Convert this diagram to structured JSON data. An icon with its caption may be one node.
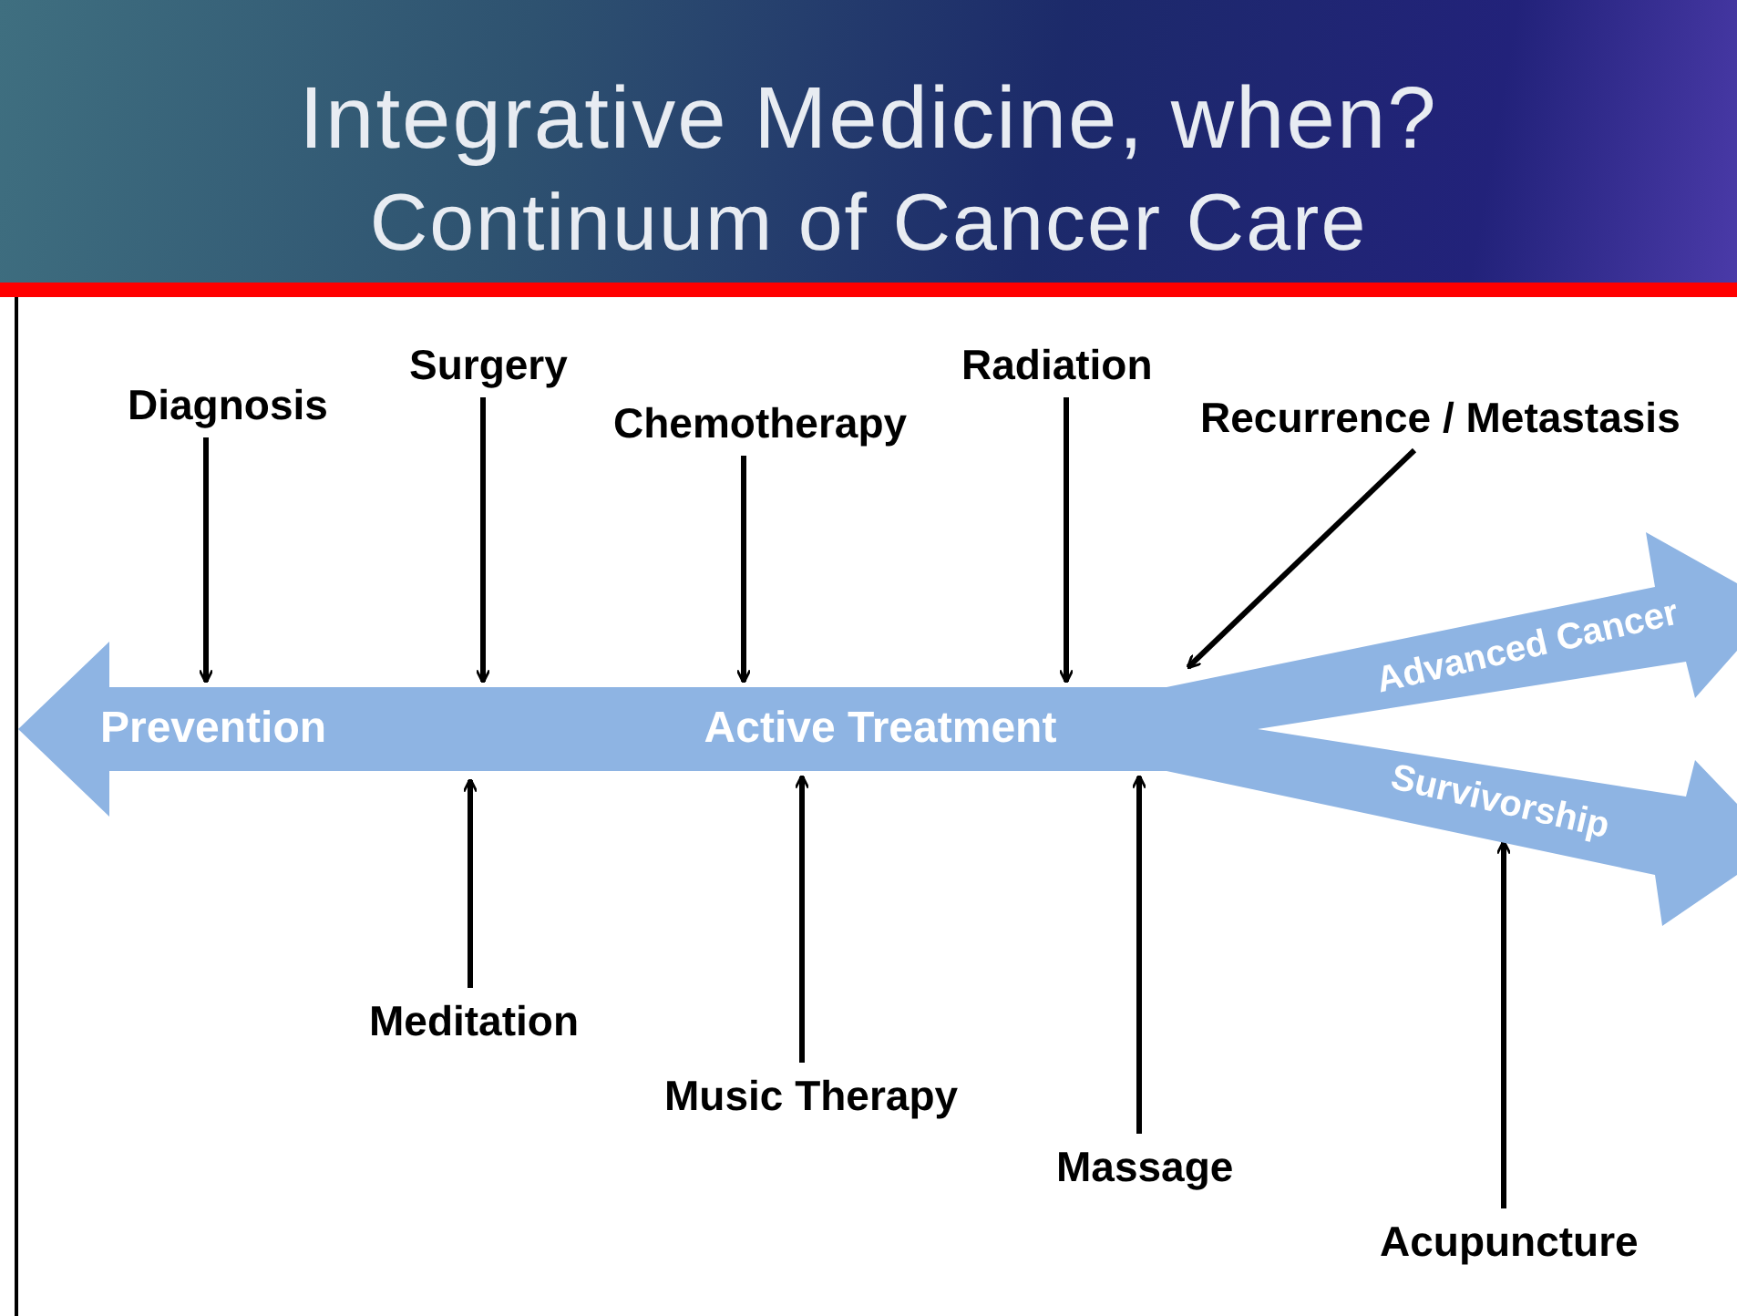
{
  "diagram": {
    "title": "Integrative Medicine, when?",
    "nodes": [
      {
        "text": [
          "Prevention",
          "Active Treatment",
          "Advanced Cancer",
          "Survivorship"
        ]
      },
      {
        "text": [
          "Diagnosis"
        ]
      },
      {
        "text": [
          "Surgery"
        ]
      },
      {
        "text": [
          "Chemotherapy"
        ]
      },
      {
        "text": [
          "Radiation"
        ]
      },
      {
        "text": [
          "Recurrence / Metastasis"
        ]
      },
      {
        "text": [
          "Meditation"
        ]
      },
      {
        "text": [
          "Music Therapy"
        ]
      },
      {
        "text": [
          "Massage"
        ]
      },
      {
        "text": [
          "Acupuncture"
        ]
      }
    ],
    "edges": [
      {
        "from": 1,
        "to": 0,
        "arrow": "to"
      },
      {
        "from": 2,
        "to": 0,
        "arrow": "to"
      },
      {
        "from": 3,
        "to": 0,
        "arrow": "to"
      },
      {
        "from": 4,
        "to": 0,
        "arrow": "to"
      },
      {
        "from": 5,
        "to": 0,
        "arrow": "to"
      },
      {
        "from": 6,
        "to": 0,
        "arrow": "to"
      },
      {
        "from": 7,
        "to": 0,
        "arrow": "to"
      },
      {
        "from": 8,
        "to": 0,
        "arrow": "to"
      },
      {
        "from": 9,
        "to": 0,
        "arrow": "to"
      }
    ],
    "labels": [
      "Continuum of Cancer Care"
    ]
  }
}
